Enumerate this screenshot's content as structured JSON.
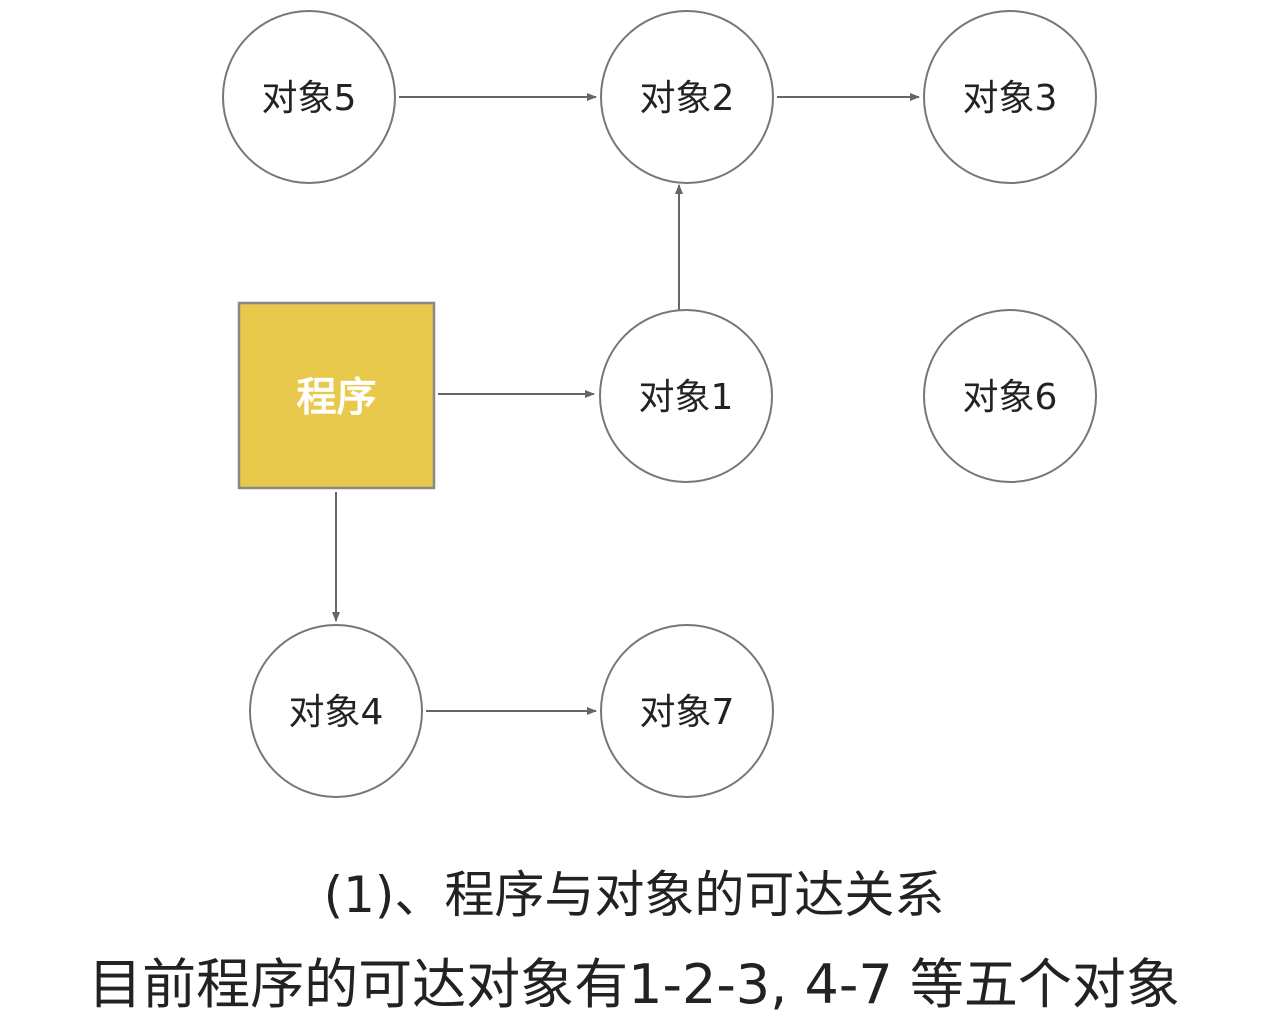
{
  "program": {
    "label": "程序",
    "fill": "#E9C94B",
    "text_color": "#ffffff"
  },
  "objects": [
    {
      "id": "o5",
      "label": "对象5"
    },
    {
      "id": "o2",
      "label": "对象2"
    },
    {
      "id": "o3",
      "label": "对象3"
    },
    {
      "id": "o1",
      "label": "对象1"
    },
    {
      "id": "o6",
      "label": "对象6"
    },
    {
      "id": "o4",
      "label": "对象4"
    },
    {
      "id": "o7",
      "label": "对象7"
    }
  ],
  "edges": [
    {
      "from": "o5",
      "to": "o2"
    },
    {
      "from": "o2",
      "to": "o3"
    },
    {
      "from": "o1",
      "to": "o2"
    },
    {
      "from": "program",
      "to": "o1"
    },
    {
      "from": "program",
      "to": "o4"
    },
    {
      "from": "o4",
      "to": "o7"
    }
  ],
  "captions": {
    "line1": "(1)、程序与对象的可达关系",
    "line2": "目前程序的可达对象有1-2-3, 4-7 等五个对象"
  },
  "colors": {
    "stroke": "#777777",
    "text": "#222222"
  }
}
